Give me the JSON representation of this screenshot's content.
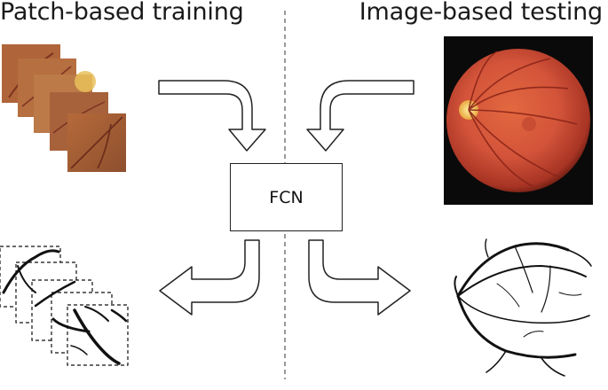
{
  "headings": {
    "left": "Patch-based training",
    "right": "Image-based testing"
  },
  "center_box": {
    "label": "FCN"
  },
  "colors": {
    "arrow_stroke": "#222222",
    "fundus_bg": "#0a0a0a",
    "fundus_retina": "#d3543a",
    "optic_disc": "#f4d24a",
    "vessel": "#111111"
  }
}
